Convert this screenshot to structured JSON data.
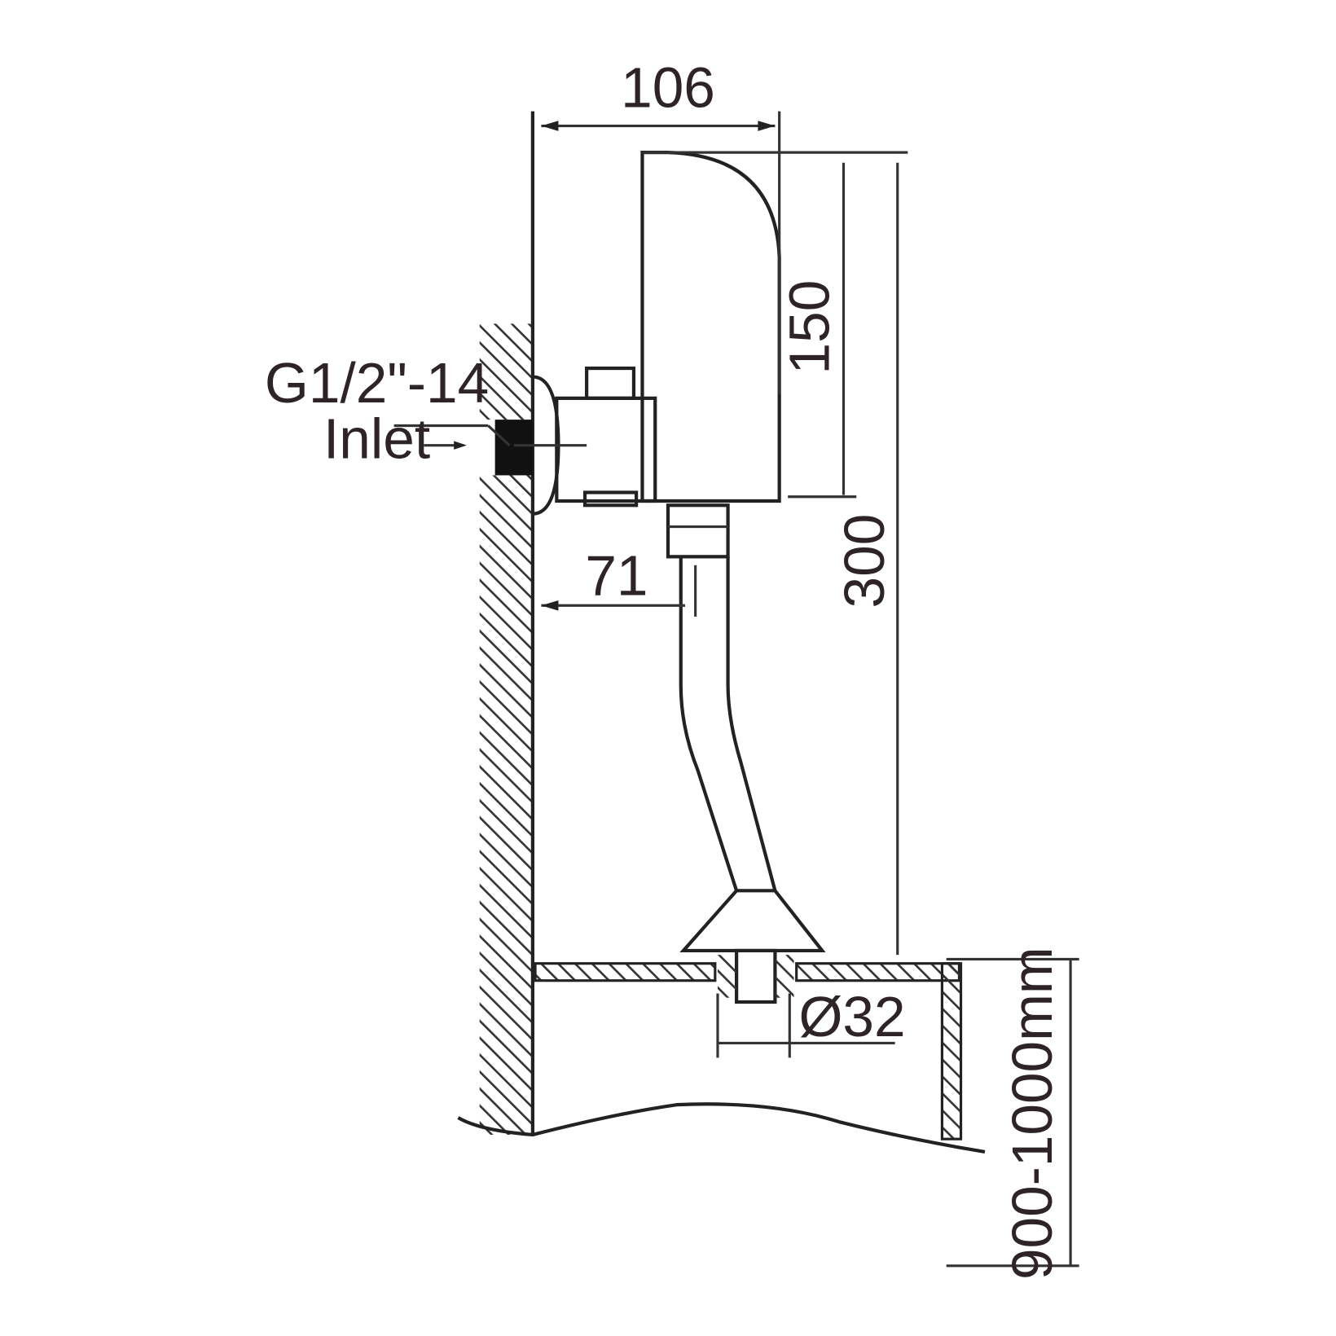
{
  "diagram": {
    "dimensions": {
      "width_top": "106",
      "body_height": "150",
      "total_height": "300",
      "pipe_offset": "71",
      "outlet_diameter": "Ø32",
      "mounting_height": "900-1000mm"
    },
    "labels": {
      "thread": "G1/2\"-14",
      "inlet": "Inlet"
    },
    "colors": {
      "line": "#222222",
      "text": "#2e2428"
    }
  }
}
